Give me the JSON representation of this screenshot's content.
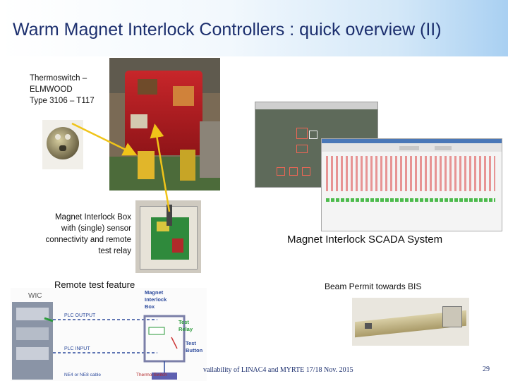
{
  "slide": {
    "title": "Warm Magnet Interlock Controllers : quick overview (II)",
    "thermoswitch_label": [
      "Thermoswitch –",
      "ELMWOOD",
      "Type 3106 – T117"
    ],
    "box_label": [
      "Magnet Interlock Box",
      "with (single) sensor",
      "connectivity and remote",
      "test relay"
    ],
    "scada_label": "Magnet Interlock SCADA System",
    "remote_test_label": "Remote test feature",
    "beam_permit_label": "Beam Permit towards BIS",
    "diagram": {
      "wic": "WIC",
      "plc_output": "PLC OUTPUT",
      "plc_input": "PLC INPUT",
      "box_title": [
        "Magnet",
        "Interlock",
        "Box"
      ],
      "test_relay": [
        "Test",
        "Relay"
      ],
      "test_button": [
        "Test",
        "Button"
      ],
      "cable": "NE4 or NE8 cable",
      "thermo": "Thermo-Switch"
    },
    "footer_text": "vailability of LINAC4 and MYRTE    17/18 Nov. 2015",
    "page_number": "29"
  },
  "colors": {
    "title": "#1c2f6e",
    "arrow": "#f0c419",
    "diagram_text": "#2c4a9c"
  }
}
